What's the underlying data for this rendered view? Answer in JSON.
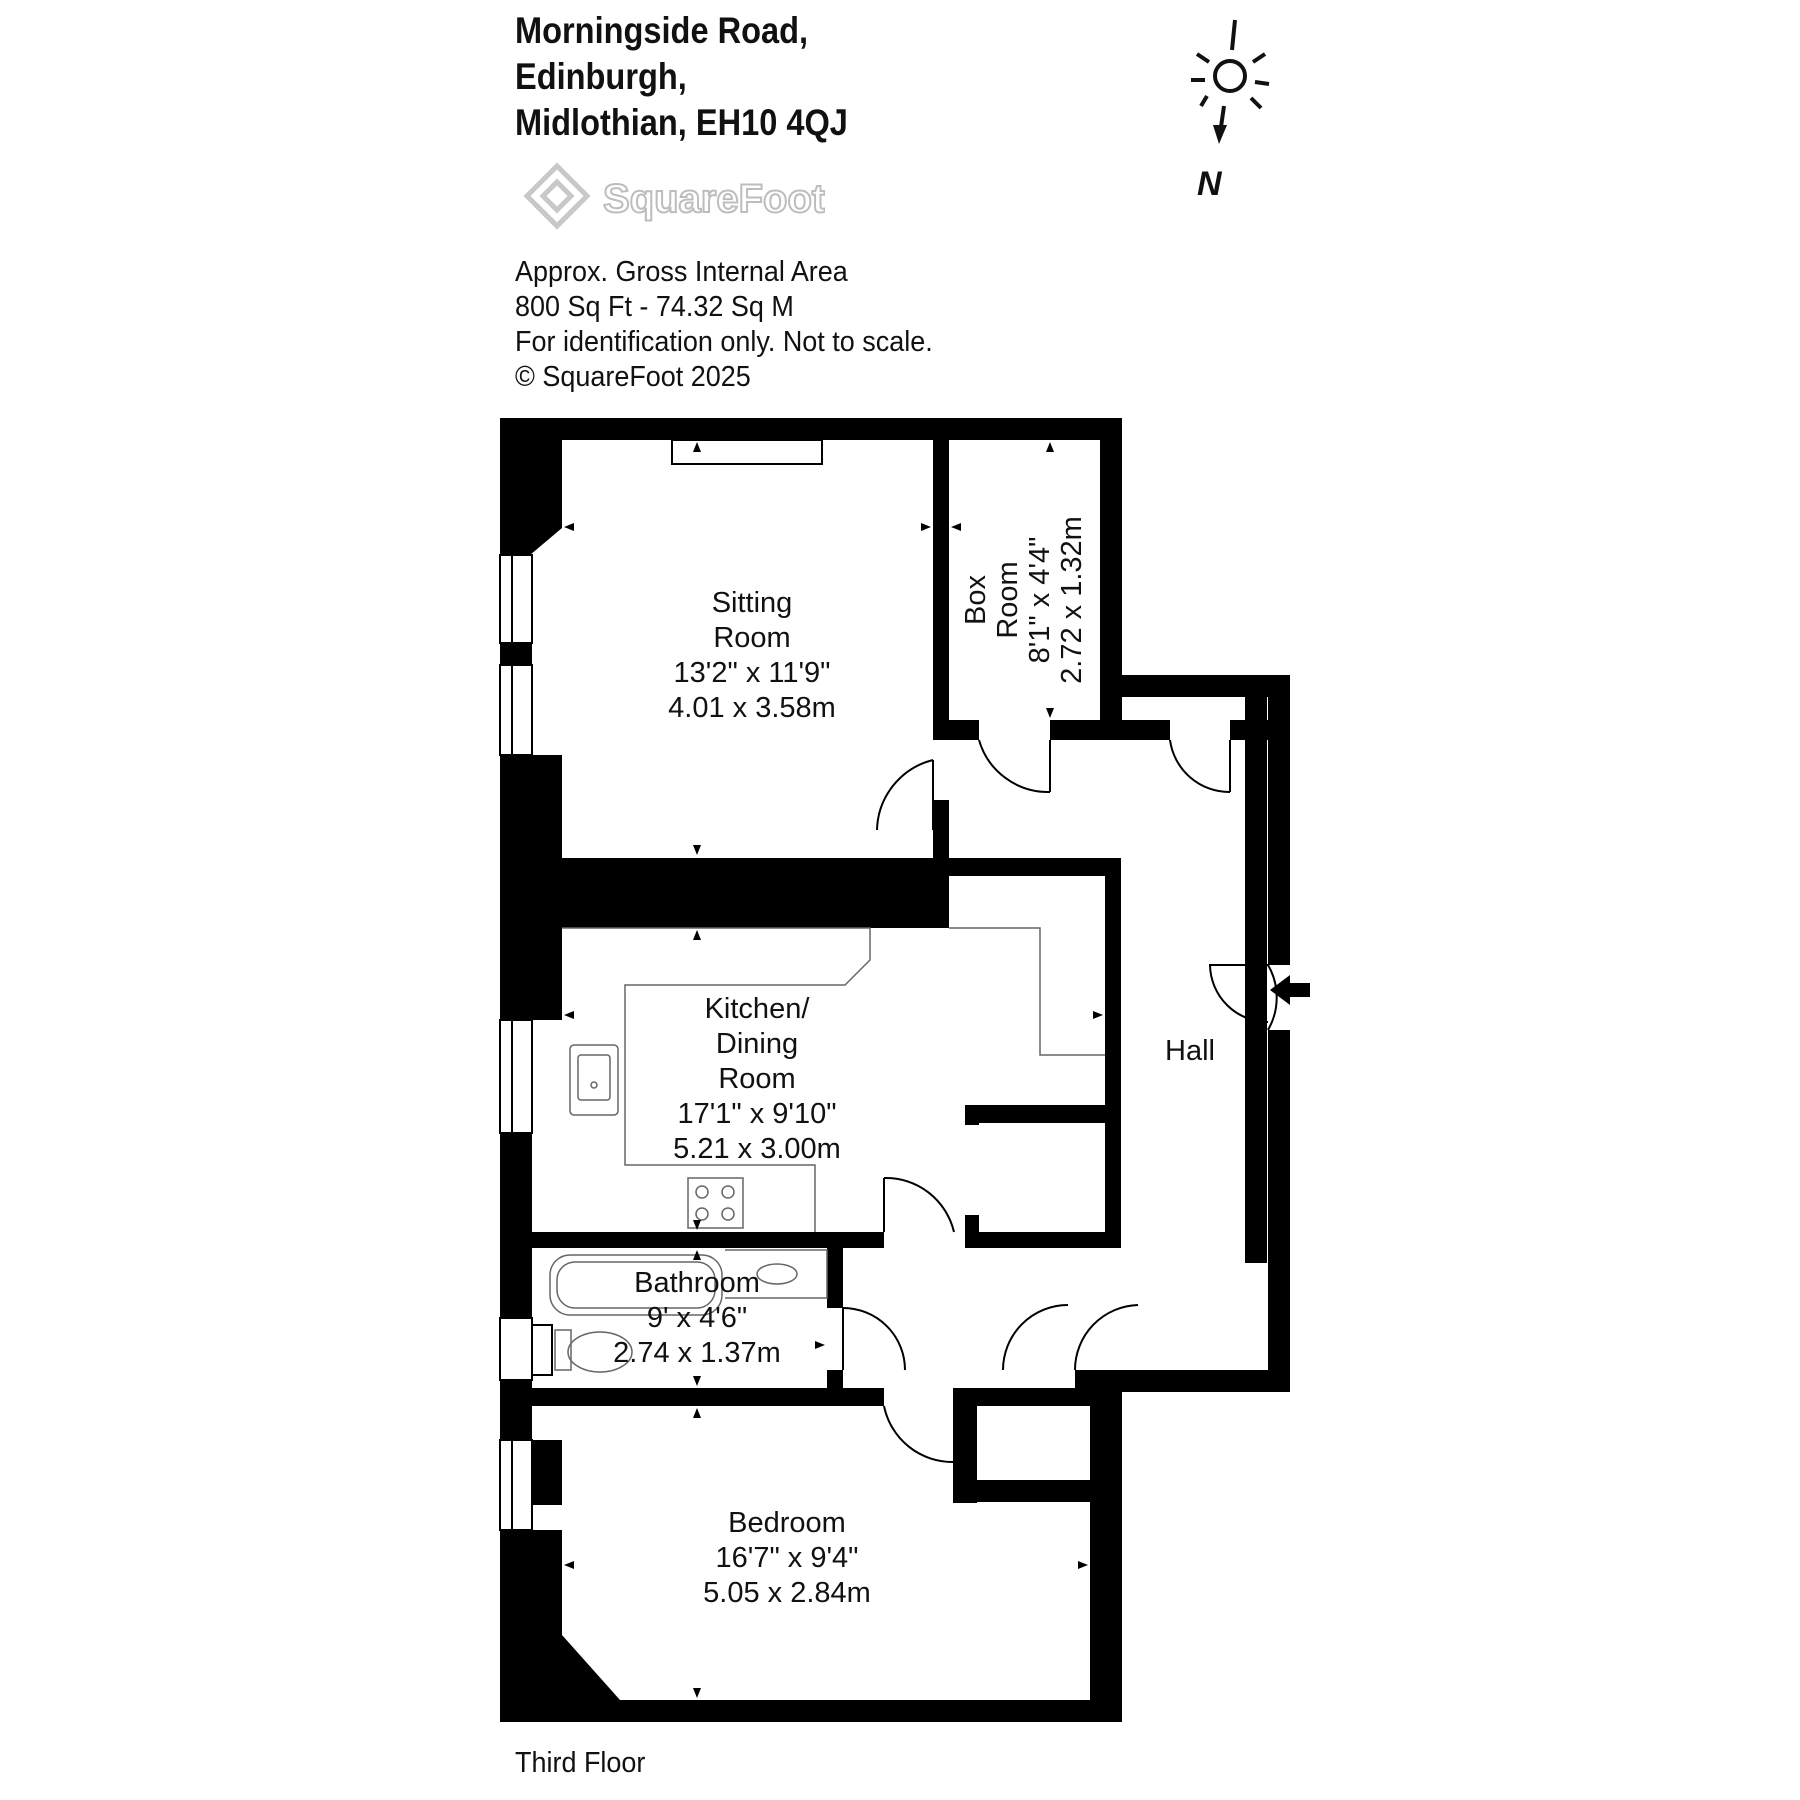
{
  "address": {
    "line1": "Morningside Road,",
    "line2": "Edinburgh,",
    "line3": "Midlothian, EH10 4QJ"
  },
  "logo": {
    "text": "SquareFoot",
    "icon": "squarefoot-logo-icon"
  },
  "info": {
    "line1": "Approx. Gross Internal Area",
    "line2": "800 Sq Ft  -  74.32 Sq M",
    "line3": "For identification only. Not to scale.",
    "line4": "© SquareFoot 2025"
  },
  "compass": {
    "label": "N",
    "icon": "north-compass-icon"
  },
  "rooms": {
    "sitting": {
      "name1": "Sitting",
      "name2": "Room",
      "imperial": "13'2\" x 11'9\"",
      "metric": "4.01 x 3.58m"
    },
    "box": {
      "name1": "Box",
      "name2": "Room",
      "imperial": "8'1\" x 4'4\"",
      "metric": "2.72 x 1.32m"
    },
    "kitchen": {
      "name1": "Kitchen/",
      "name2": "Dining",
      "name3": "Room",
      "imperial": "17'1\" x 9'10\"",
      "metric": "5.21 x 3.00m"
    },
    "hall": {
      "name": "Hall"
    },
    "bathroom": {
      "name": "Bathroom",
      "imperial": "9' x 4'6\"",
      "metric": "2.74 x 1.37m"
    },
    "bedroom": {
      "name": "Bedroom",
      "imperial": "16'7\" x 9'4\"",
      "metric": "5.05 x 2.84m"
    }
  },
  "floor": "Third Floor",
  "colors": {
    "wall": "#000000",
    "fixture": "#666666",
    "logo": "#cccccc"
  }
}
